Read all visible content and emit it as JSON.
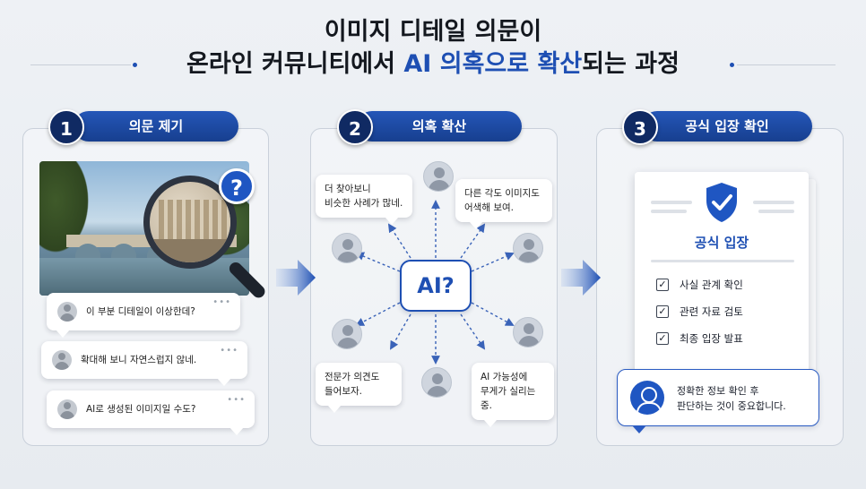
{
  "title": {
    "line1": "이미지 디테일 의문이",
    "line2_pre": "온라인 커뮤니티에서 ",
    "line2_hl1": "AI 의혹으로 확산",
    "line2_post": "되는 과정"
  },
  "colors": {
    "accent": "#1e4fb3",
    "dark_navy": "#102a63"
  },
  "steps": [
    {
      "num": "1",
      "label": "의문 제기"
    },
    {
      "num": "2",
      "label": "의혹 확산"
    },
    {
      "num": "3",
      "label": "공식 입장 확인"
    }
  ],
  "panel1": {
    "badge": "?",
    "comments": [
      {
        "text": "이 부분 디테일이 이상한데?",
        "dots": "•••"
      },
      {
        "text": "확대해 보니 자연스럽지 않네.",
        "dots": "•••"
      },
      {
        "text": "AI로 생성된 이미지일 수도?",
        "dots": "•••"
      }
    ]
  },
  "panel2": {
    "center": "AI?",
    "posts": [
      {
        "line1": "더 찾아보니",
        "line2": "비슷한 사례가 많네."
      },
      {
        "line1": "다른 각도 이미지도",
        "line2": "어색해 보여."
      },
      {
        "line1": "전문가 의견도",
        "line2": "들어보자."
      },
      {
        "line1": "AI  가능성에",
        "line2": "무게가 실리는 중."
      }
    ]
  },
  "panel3": {
    "doc_title": "공식 입장",
    "checks": [
      {
        "mark": "✓",
        "label": "사실 관계 확인"
      },
      {
        "mark": "✓",
        "label": "관련 자료 검토"
      },
      {
        "mark": "✓",
        "label": "최종 입장 발표"
      }
    ],
    "conclusion": {
      "line1": "정확한 정보 확인 후",
      "line2": "판단하는 것이 중요합니다."
    }
  }
}
